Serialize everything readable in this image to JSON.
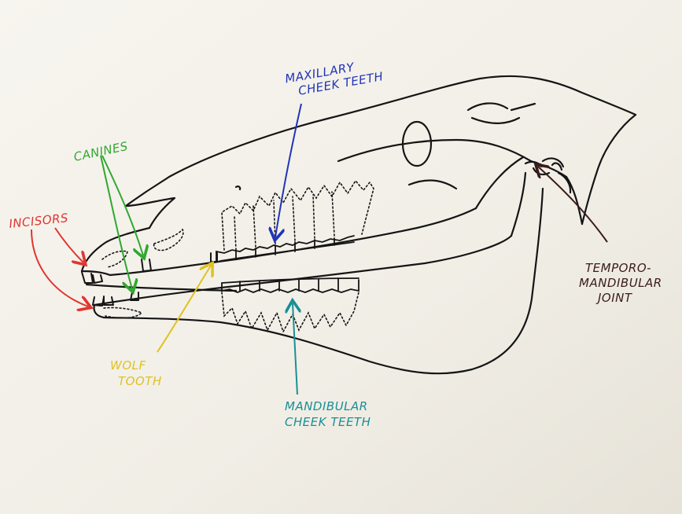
{
  "labels": {
    "maxillary_line1": "MAXILLARY",
    "maxillary_line2": "CHEEK TEETH",
    "canines": "CANINES",
    "incisors": "INCISORS",
    "tmj_line1": "TEMPORO-",
    "tmj_line2": "MANDIBULAR",
    "tmj_line3": "JOINT",
    "wolf_line1": "WOLF",
    "wolf_line2": "TOOTH",
    "mandibular_line1": "MANDIBULAR",
    "mandibular_line2": "CHEEK TEETH"
  },
  "colors": {
    "paper": "#f4f1ea",
    "ink": "#151515",
    "maxillary": "#1f34b8",
    "canines": "#2fa82f",
    "incisors": "#e0352f",
    "tmj": "#3a1c1a",
    "wolf_tooth": "#e0c21f",
    "mandibular": "#1a8f95"
  }
}
